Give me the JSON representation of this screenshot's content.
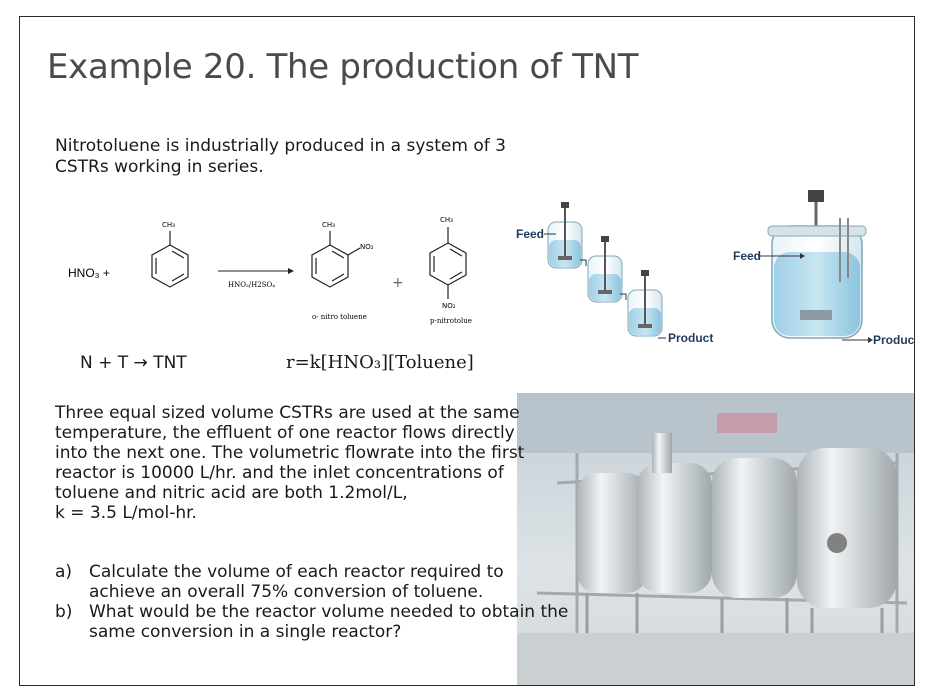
{
  "slide": {
    "title": "Example 20. The production of TNT",
    "intro": "Nitrotoluene is industrially produced in a system of 3 CSTRs working in series.",
    "reaction": {
      "reactant1": "HNO₃ +",
      "ch3": "CH₃",
      "no2": "NO₂",
      "catalyst": "HNO₃/H2SO₄",
      "plus": "+",
      "product1": "o- nitro toluene",
      "product2": "p-nitrotolue"
    },
    "rate_line": "N  +  T →  TNT",
    "rate_expr": "r=k[HNO₃][Toluene]",
    "diagram": {
      "feed_series": "Feed",
      "product_series": "Product",
      "feed_single": "Feed",
      "product_single": "Product"
    },
    "body": [
      "Three equal sized volume CSTRs are used at the same",
      "temperature, the effluent of one reactor flows directly",
      "into the next one. The volumetric flowrate into the first",
      "reactor is 10000 L/hr. and the inlet concentrations of",
      "toluene and nitric acid are both 1.2mol/L,",
      "k = 3.5 L/mol-hr."
    ],
    "questions": [
      {
        "label": "a)",
        "text": "Calculate the volume of each reactor  required to achieve an overall 75% conversion of toluene."
      },
      {
        "label": "b)",
        "text": "What would be the reactor volume needed to obtain the same conversion in a single reactor?"
      }
    ]
  }
}
